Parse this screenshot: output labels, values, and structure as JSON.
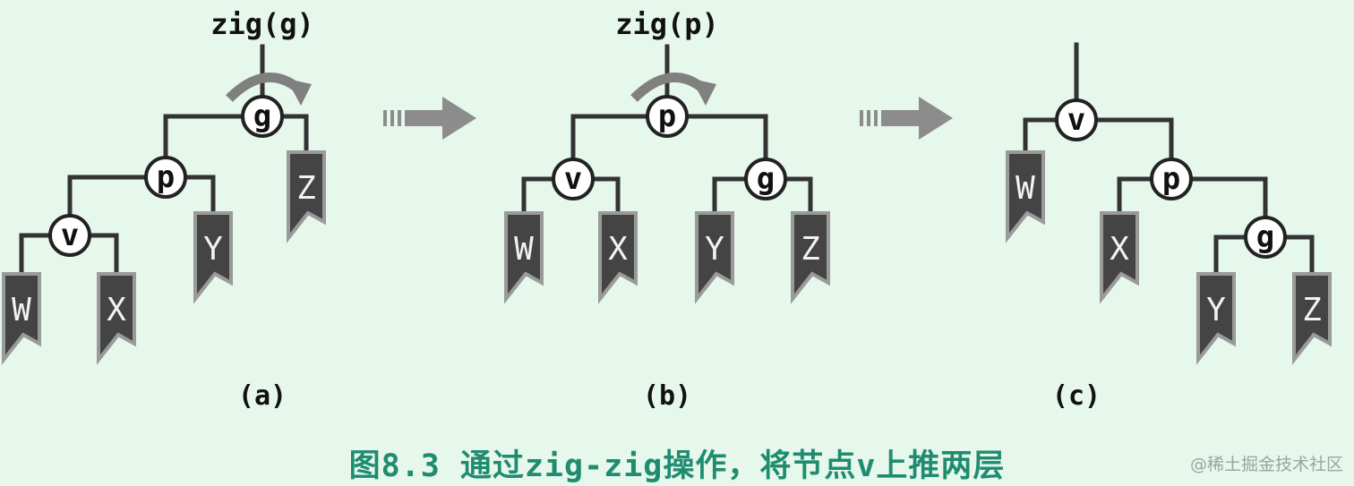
{
  "panels": [
    {
      "id": "a",
      "label": "(a)",
      "operation": "zig(g)",
      "nodes": [
        {
          "id": "g",
          "label": "g"
        },
        {
          "id": "p",
          "label": "p"
        },
        {
          "id": "v",
          "label": "v"
        }
      ],
      "leaves": [
        {
          "id": "W",
          "label": "W"
        },
        {
          "id": "X",
          "label": "X"
        },
        {
          "id": "Y",
          "label": "Y"
        },
        {
          "id": "Z",
          "label": "Z"
        }
      ]
    },
    {
      "id": "b",
      "label": "(b)",
      "operation": "zig(p)",
      "nodes": [
        {
          "id": "p",
          "label": "p"
        },
        {
          "id": "v",
          "label": "v"
        },
        {
          "id": "g",
          "label": "g"
        }
      ],
      "leaves": [
        {
          "id": "W",
          "label": "W"
        },
        {
          "id": "X",
          "label": "X"
        },
        {
          "id": "Y",
          "label": "Y"
        },
        {
          "id": "Z",
          "label": "Z"
        }
      ]
    },
    {
      "id": "c",
      "label": "(c)",
      "operation": "",
      "nodes": [
        {
          "id": "v",
          "label": "v"
        },
        {
          "id": "p",
          "label": "p"
        },
        {
          "id": "g",
          "label": "g"
        }
      ],
      "leaves": [
        {
          "id": "W",
          "label": "W"
        },
        {
          "id": "X",
          "label": "X"
        },
        {
          "id": "Y",
          "label": "Y"
        },
        {
          "id": "Z",
          "label": "Z"
        }
      ]
    }
  ],
  "caption": "图8.3 通过zig-zig操作，将节点v上推两层",
  "watermark": "@稀土掘金技术社区",
  "colors": {
    "background": "#e6f7ec",
    "caption": "#1f8c70",
    "leaf_fill": "#444444",
    "arrow": "#8c8c8c"
  }
}
